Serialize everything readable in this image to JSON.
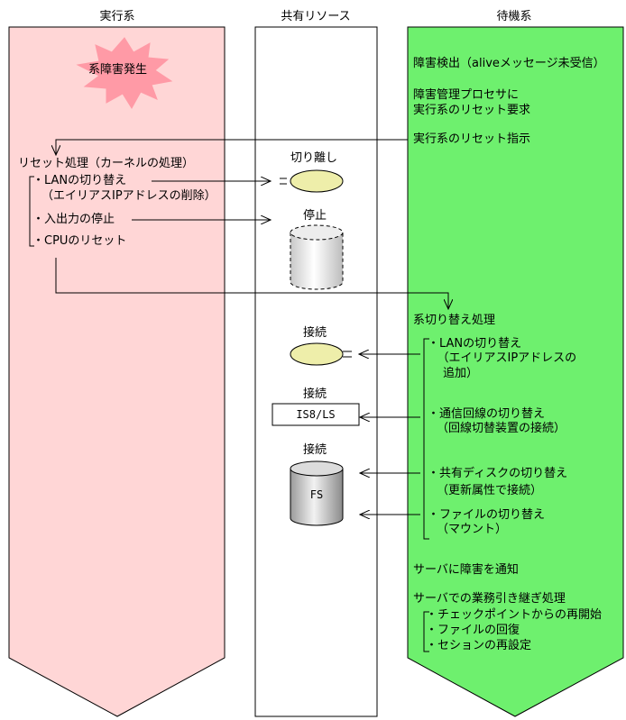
{
  "columns": {
    "active": "実行系",
    "shared": "共有リソース",
    "standby": "待機系"
  },
  "colors": {
    "active_fill": "#ffd6d6",
    "standby_fill": "#6ef06e",
    "burst_fill": "#ff9aa6",
    "ellipse_fill": "#eeeeaa",
    "arrow": "#000000"
  },
  "active": {
    "fault_badge": "系障害発生",
    "reset_title": "リセット処理（カーネルの処理）",
    "steps": [
      {
        "line1": "・LANの切り替え",
        "line2": "（エイリアスIPアドレスの削除）"
      },
      {
        "line1": "・入出力の停止"
      },
      {
        "line1": "・CPUのリセット"
      }
    ]
  },
  "shared": {
    "detach_label": "切り離し",
    "stop_label": "停止",
    "connect_lan_label": "接続",
    "connect_is8_label": "接続",
    "is8_box": "IS8/LS",
    "connect_fs_label": "接続",
    "fs_label": "FS"
  },
  "standby": {
    "msg1": "障害検出（aliveメッセージ未受信）",
    "msg2_line1": "障害管理プロセサに",
    "msg2_line2": "実行系のリセット要求",
    "msg3": "実行系のリセット指示",
    "switch_title": "系切り替え処理",
    "switch_items": [
      {
        "line1": "・LANの切り替え",
        "line2": "　（エイリアスIPアドレスの",
        "line3": "　追加）"
      },
      {
        "line1": "・通信回線の切り替え",
        "line2": "（回線切替装置の接続）"
      },
      {
        "line1": "・共有ディスクの切り替え",
        "line2": "（更新属性で接続）"
      },
      {
        "line1": "・ファイルの切り替え",
        "line2": "（マウント）"
      }
    ],
    "notify": "サーバに障害を通知",
    "takeover_title": "サーバでの業務引き継ぎ処理",
    "takeover_items": [
      "・チェックポイントからの再開始",
      "・ファイルの回復",
      "・セションの再設定"
    ]
  }
}
